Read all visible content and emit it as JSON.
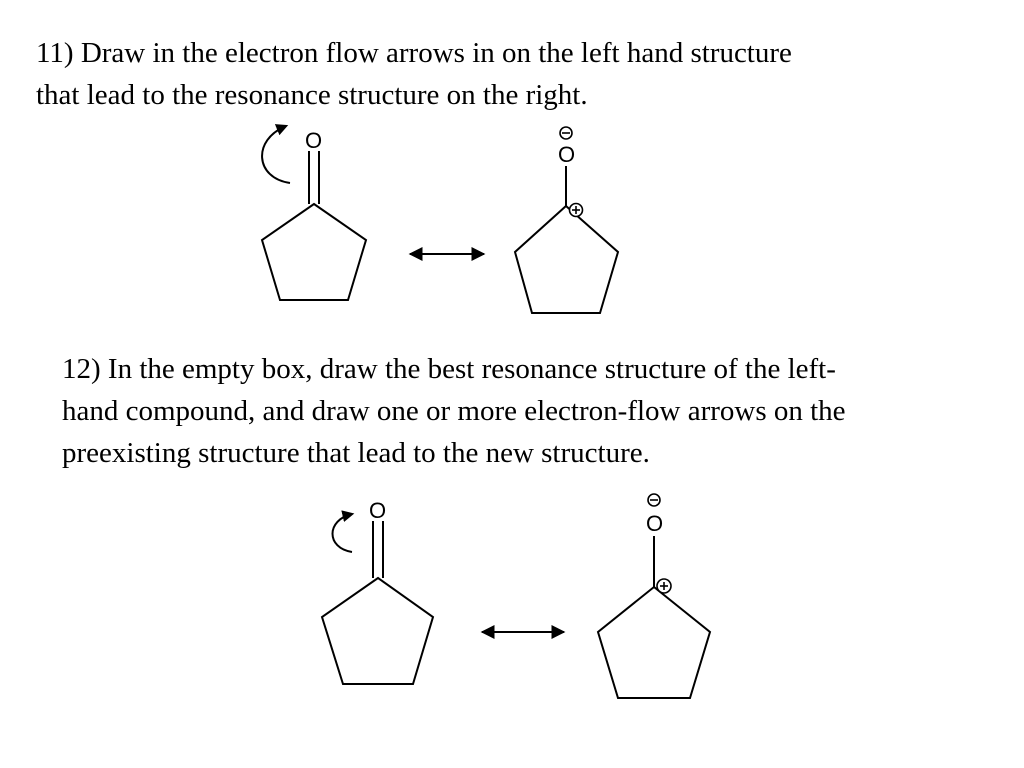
{
  "question11": {
    "lines": [
      "11)  Draw in the electron flow arrows in on the left hand structure",
      "that lead to the resonance structure on the right."
    ]
  },
  "question12": {
    "lines": [
      "12) In the empty box, draw the best resonance structure of the left-",
      "hand compound, and draw one or more electron-flow arrows on the",
      "preexisting structure that lead to the new structure."
    ]
  },
  "atoms": {
    "oxygen": "O"
  },
  "colors": {
    "text": "#000000",
    "background": "#ffffff"
  }
}
